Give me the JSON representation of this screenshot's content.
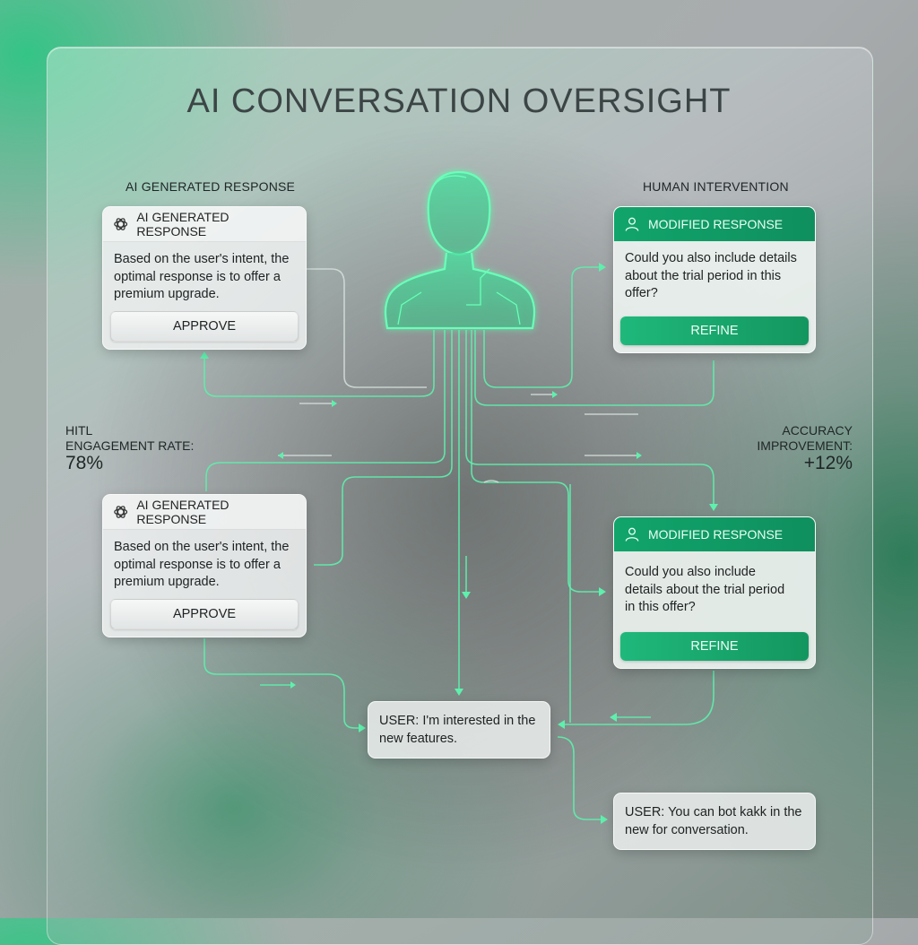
{
  "title": "AI CONVERSATION OVERSIGHT",
  "labels": {
    "left_section": "AI GENERATED RESPONSE",
    "right_section": "HUMAN INTERVENTION"
  },
  "stats": {
    "hitl": {
      "line1": "HITL",
      "line2": "ENGAGEMENT RATE:",
      "value": "78%"
    },
    "accuracy": {
      "line1": "ACCURACY",
      "line2": "IMPROVEMENT:",
      "value": "+12%"
    }
  },
  "ai_cards": [
    {
      "header": "AI GENERATED RESPONSE",
      "text": "Based on the user's intent, the optimal response is to offer a premium upgrade.",
      "button": "APPROVE",
      "icon": "openai-knot-icon"
    },
    {
      "header": "AI GENERATED RESPONSE",
      "text": "Based on the user's intent, the optimal response is to offer a premium upgrade.",
      "button": "APPROVE",
      "icon": "openai-knot-icon"
    }
  ],
  "modified_cards": [
    {
      "header": "MODIFIED RESPONSE",
      "text": "Could you also include details about the trial period in this offer?",
      "button": "REFINE",
      "icon": "user-icon"
    },
    {
      "header": "MODIFIED RESPONSE",
      "text": "Could you also include details about the trial period in this offer?",
      "button": "REFINE",
      "icon": "user-icon"
    }
  ],
  "user_messages": [
    {
      "text": "USER: I'm interested in the new features."
    },
    {
      "text": "USER: You can bot kakk in the new for conversation."
    }
  ],
  "colors": {
    "accent": "#5ef0ad",
    "modified_header": "#11a56b",
    "refine_button": "#1fb87b"
  }
}
